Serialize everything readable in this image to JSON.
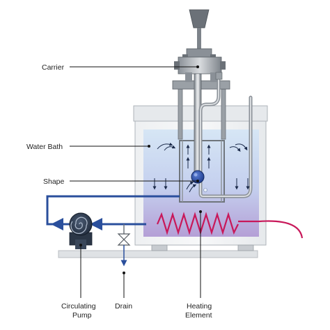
{
  "labels": {
    "carrier": "Carrier",
    "water_bath": "Water Bath",
    "shape": "Shape",
    "circulating_pump_line1": "Circulating",
    "circulating_pump_line2": "Pump",
    "drain": "Drain",
    "heating_element_line1": "Heating",
    "heating_element_line2": "Element"
  },
  "colors": {
    "water_top": "#cfe0f2",
    "water_bottom": "#b9a4d8",
    "flow_line": "#2a4f9c",
    "heater_wire": "#c8185a",
    "tank_wall": "#dfe3e7",
    "metal_dark": "#6b7178",
    "metal_light": "#c9cdd2"
  }
}
